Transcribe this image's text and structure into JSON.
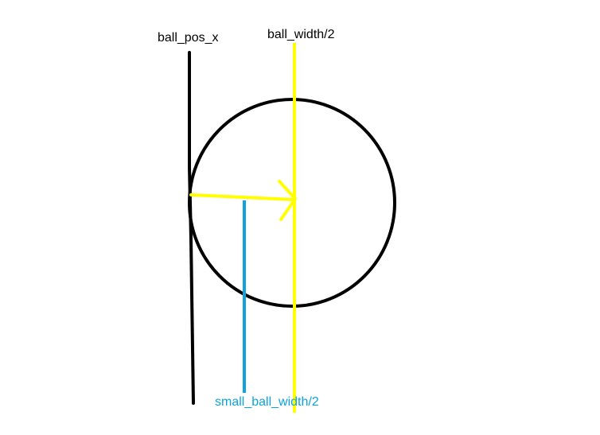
{
  "labels": {
    "ball_pos_x": "ball_pos_x",
    "ball_width_half": "ball_width/2",
    "small_ball_width_half": "small_ball_width/2"
  },
  "colors": {
    "black": "#000000",
    "yellow": "#ffff00",
    "blue": "#0fa2dc",
    "background": "#ffffff"
  }
}
